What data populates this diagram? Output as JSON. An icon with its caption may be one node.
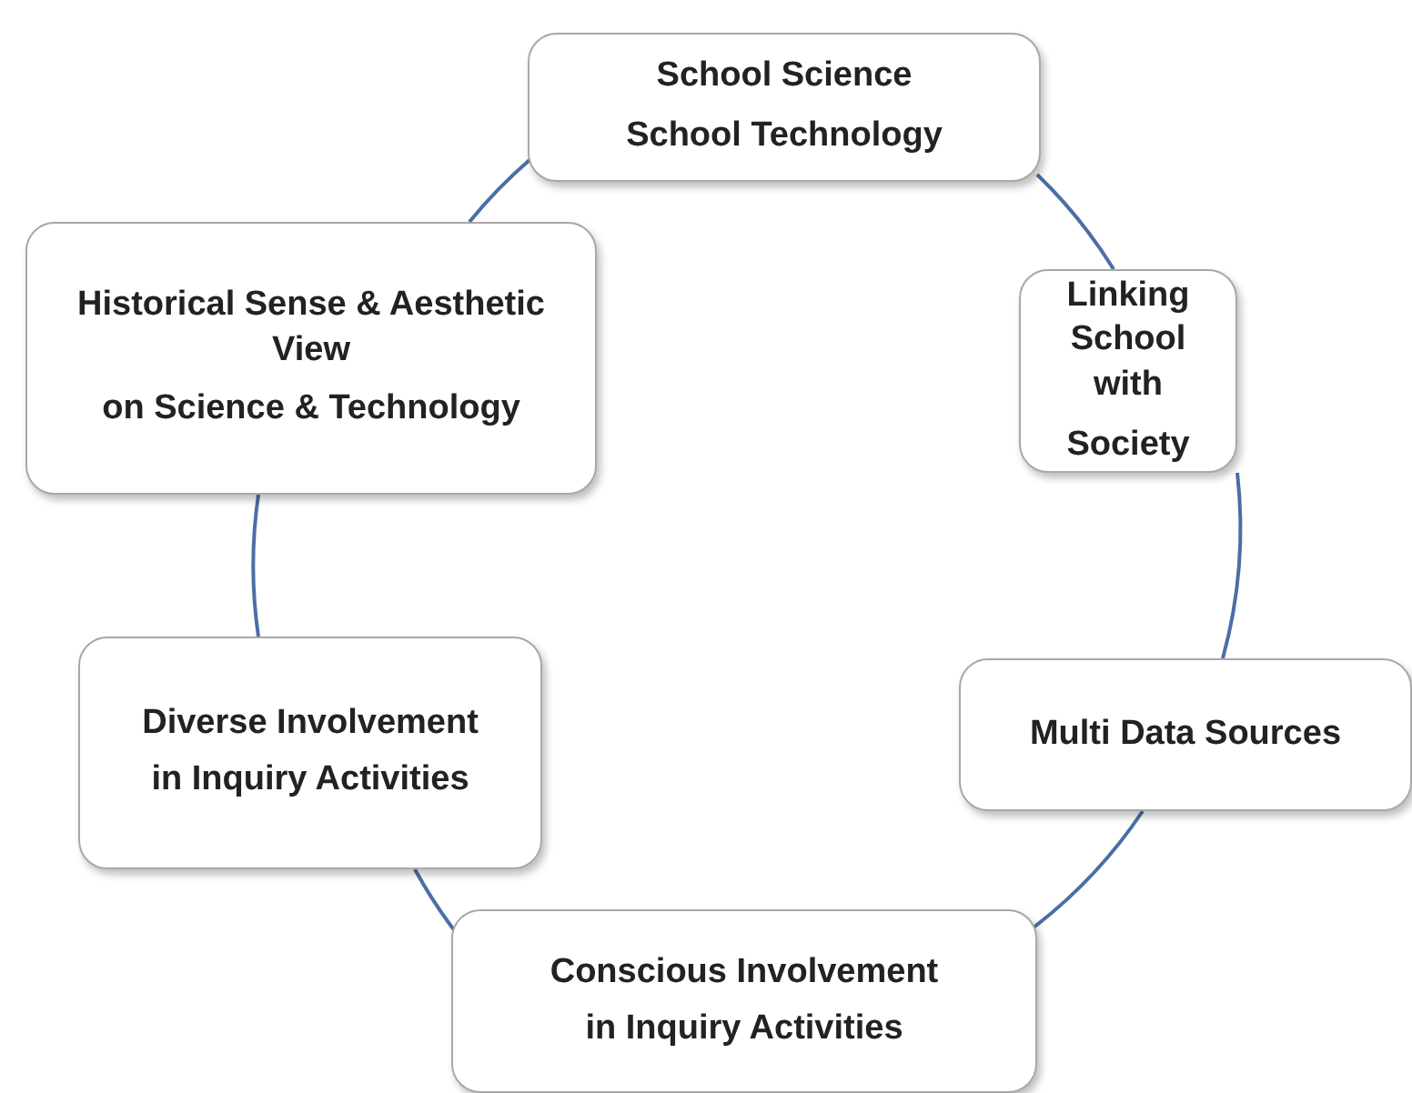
{
  "diagram": {
    "nodes": [
      {
        "text": [
          "School Science",
          "School Technology"
        ]
      },
      {
        "text": [
          "Linking School with",
          "Society"
        ]
      },
      {
        "text": [
          "Multi Data Sources"
        ]
      },
      {
        "text": [
          "Conscious Involvement",
          "in Inquiry Activities"
        ]
      },
      {
        "text": [
          "Diverse Involvement",
          "in Inquiry Activities"
        ]
      },
      {
        "text": [
          "Historical Sense & Aesthetic View",
          "on Science & Technology"
        ]
      }
    ],
    "edges": [
      {
        "from": 0,
        "to": 1,
        "arrow": "none"
      },
      {
        "from": 1,
        "to": 2,
        "arrow": "none"
      },
      {
        "from": 2,
        "to": 3,
        "arrow": "none"
      },
      {
        "from": 3,
        "to": 4,
        "arrow": "none"
      },
      {
        "from": 4,
        "to": 5,
        "arrow": "none"
      },
      {
        "from": 5,
        "to": 0,
        "arrow": "none"
      }
    ]
  }
}
